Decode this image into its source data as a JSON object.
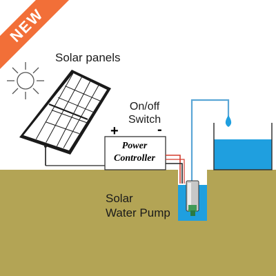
{
  "badge": {
    "text": "NEW"
  },
  "labels": {
    "solar_panels": "Solar panels",
    "switch_line1": "On/off",
    "switch_line2": "Switch",
    "plus": "+",
    "minus": "-",
    "controller_line1": "Power",
    "controller_line2": "Controller",
    "pump_line1": "Solar",
    "pump_line2": "Water Pump"
  },
  "colors": {
    "ground": "#b3a455",
    "water": "#1f9fdf",
    "pipe": "#5aa6d6",
    "badge": "#f26f38",
    "wire_red": "#d43a2c",
    "wire_black": "#222222",
    "pump_green": "#3f9a57"
  },
  "icons": {
    "sun": "sun-icon",
    "solar_panel": "solar-panel-icon",
    "water_drop": "water-drop-icon",
    "pump": "pump-icon"
  }
}
